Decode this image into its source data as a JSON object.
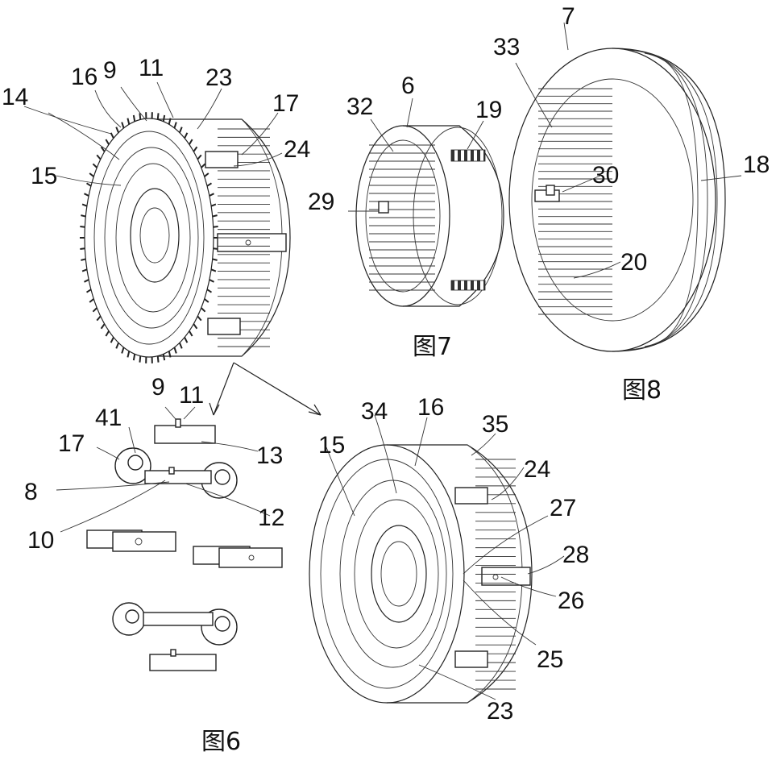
{
  "figures": {
    "fig6": {
      "caption": "图6"
    },
    "fig7": {
      "caption": "图7"
    },
    "fig8": {
      "caption": "图8"
    }
  },
  "labels": {
    "l14": "14",
    "l16a": "16",
    "l9a": "9",
    "l11a": "11",
    "l23a": "23",
    "l17a": "17",
    "l24a": "24",
    "l15a": "15",
    "l32": "32",
    "l6": "6",
    "l19": "19",
    "l29": "29",
    "l7": "7",
    "l33": "33",
    "l30": "30",
    "l18": "18",
    "l20": "20",
    "l9b": "9",
    "l11b": "11",
    "l41": "41",
    "l17b": "17",
    "l13": "13",
    "l8": "8",
    "l12": "12",
    "l10": "10",
    "l34": "34",
    "l16b": "16",
    "l35": "35",
    "l15b": "15",
    "l24b": "24",
    "l27": "27",
    "l28": "28",
    "l26": "26",
    "l25": "25",
    "l23b": "23"
  }
}
